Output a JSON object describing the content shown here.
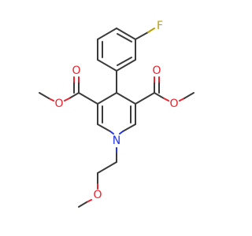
{
  "molecule": {
    "atoms": {
      "F": {
        "label": "F",
        "color": "#b8a000"
      },
      "N": {
        "label": "N",
        "color": "#2233ee"
      },
      "O_top_left_carbonyl": {
        "label": "O",
        "color": "#e8232d"
      },
      "O_left_ester": {
        "label": "O",
        "color": "#e8232d"
      },
      "O_top_right_carbonyl": {
        "label": "O",
        "color": "#e8232d"
      },
      "O_right_ester": {
        "label": "O",
        "color": "#e8232d"
      },
      "O_methoxy": {
        "label": "O",
        "color": "#e8232d"
      }
    }
  }
}
